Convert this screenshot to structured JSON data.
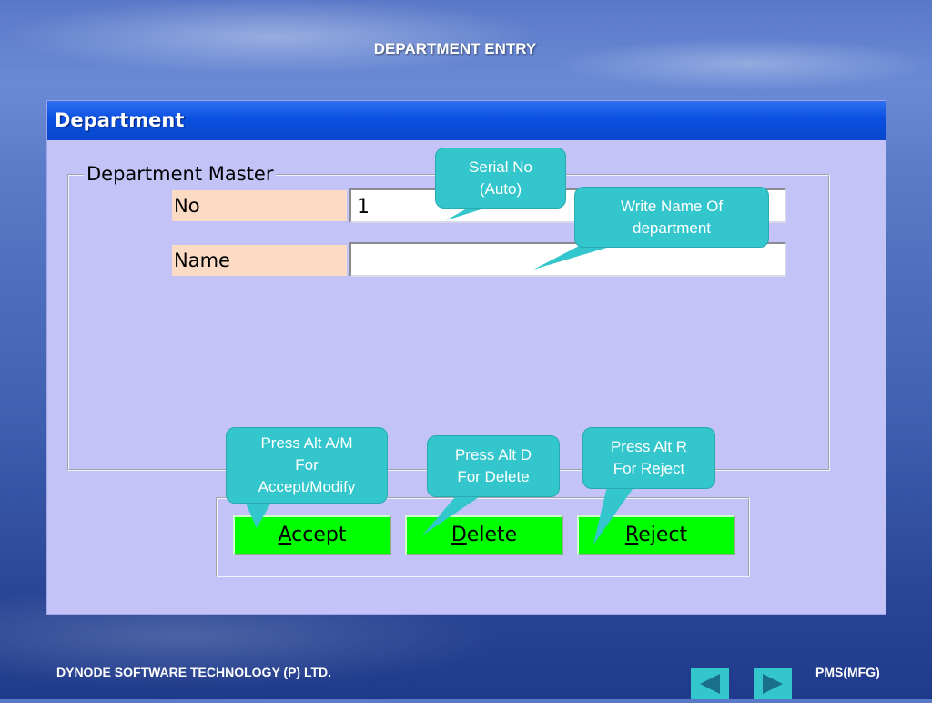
{
  "slide": {
    "title": "DEPARTMENT ENTRY"
  },
  "window": {
    "title": "Department"
  },
  "group": {
    "legend": "Department Master"
  },
  "fields": {
    "no": {
      "label": "No",
      "value": "1"
    },
    "name": {
      "label": "Name",
      "value": ""
    }
  },
  "buttons": {
    "accept": {
      "label": "Accept",
      "mnemonic": "A"
    },
    "delete": {
      "label": "Delete",
      "mnemonic": "D"
    },
    "reject": {
      "label": "Reject",
      "mnemonic": "R"
    }
  },
  "callouts": {
    "serial": {
      "line1": "Serial No",
      "line2": "(Auto)"
    },
    "name": {
      "line1": "Write Name Of",
      "line2": "department"
    },
    "accept": {
      "line1": "Press Alt A/M",
      "line2": "For",
      "line3": "Accept/Modify"
    },
    "delete": {
      "line1": "Press Alt D",
      "line2": "For Delete"
    },
    "reject": {
      "line1": "Press Alt R",
      "line2": "For Reject"
    }
  },
  "footer": {
    "company": "DYNODE SOFTWARE TECHNOLOGY (P) LTD.",
    "product": "PMS(MFG)"
  },
  "nav": {
    "prev_icon": "triangle-left-icon",
    "next_icon": "triangle-right-icon"
  },
  "colors": {
    "window_bg": "#c3c3f7",
    "titlebar": "#0a50e0",
    "label_bg": "#fcdbc5",
    "button_green": "#00ff00",
    "callout": "#33c6cc"
  }
}
